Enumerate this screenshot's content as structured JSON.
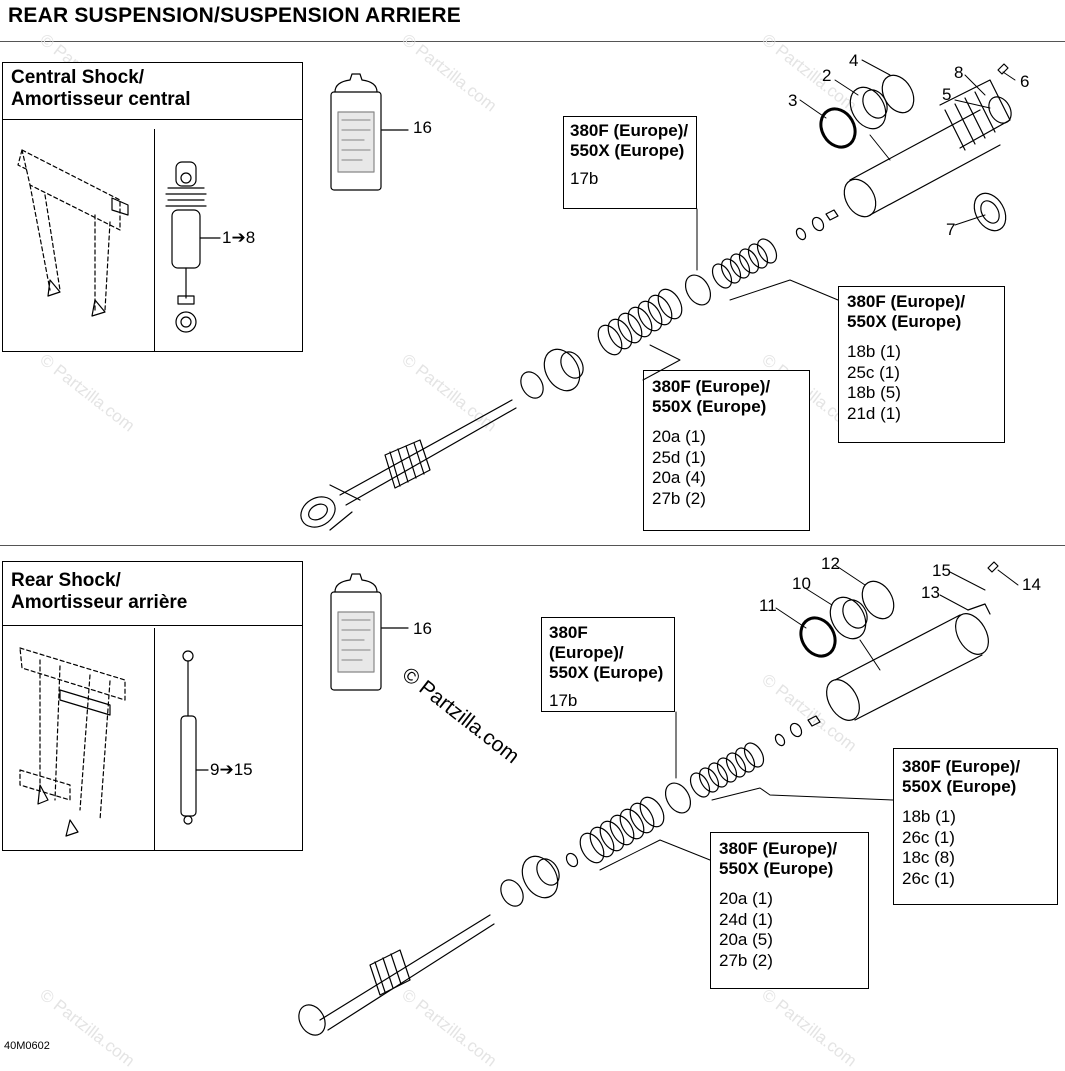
{
  "page_title": "REAR SUSPENSION/SUSPENSION ARRIERE",
  "sections": [
    {
      "title_line1": "Central Shock/",
      "title_line2": "Amortisseur central",
      "range_label": "1➔8",
      "can_label": "16",
      "part_labels": [
        "2",
        "3",
        "4",
        "5",
        "6",
        "7",
        "8"
      ],
      "callouts": [
        {
          "h1": "380F (Europe)/",
          "h2": "550X (Europe)",
          "lines": [
            "17b"
          ]
        },
        {
          "h1": "380F (Europe)/",
          "h2": "550X (Europe)",
          "lines": [
            "18b (1)",
            "25c (1)",
            "18b (5)",
            "21d (1)"
          ]
        },
        {
          "h1": "380F (Europe)/",
          "h2": "550X (Europe)",
          "lines": [
            "20a (1)",
            "25d (1)",
            "20a (4)",
            "27b (2)"
          ]
        }
      ]
    },
    {
      "title_line1": "Rear Shock/",
      "title_line2": "Amortisseur arrière",
      "range_label": "9➔15",
      "can_label": "16",
      "part_labels": [
        "10",
        "11",
        "12",
        "13",
        "14",
        "15"
      ],
      "callouts": [
        {
          "h1": "380F (Europe)/",
          "h2": "550X (Europe)",
          "lines": [
            "17b"
          ]
        },
        {
          "h1": "380F (Europe)/",
          "h2": "550X (Europe)",
          "lines": [
            "18b (1)",
            "26c (1)",
            "18c (8)",
            "26c (1)"
          ]
        },
        {
          "h1": "380F (Europe)/",
          "h2": "550X (Europe)",
          "lines": [
            "20a (1)",
            "24d (1)",
            "20a (5)",
            "27b (2)"
          ]
        }
      ]
    }
  ],
  "watermark": "© Partzilla.com",
  "diagram_code": "40M0602"
}
